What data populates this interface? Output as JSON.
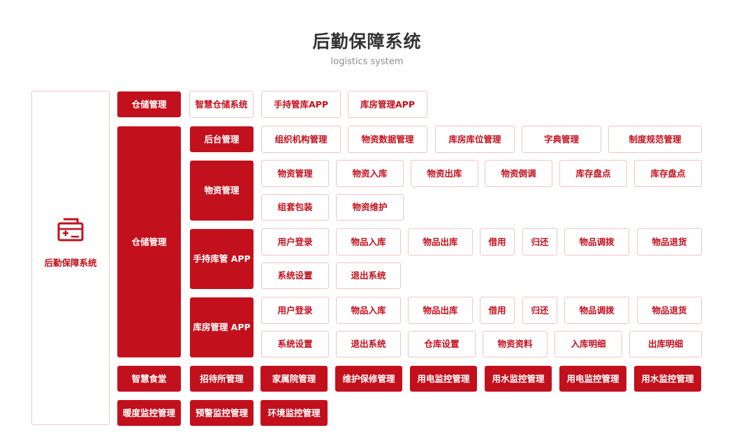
{
  "header": {
    "title": "后勤保障系统",
    "subtitle": "logistics system"
  },
  "system": {
    "label": "后勤保障系统",
    "icon": "medical-kit-icon",
    "accent_color": "#c3101d",
    "border_color": "#f0c4c7"
  },
  "rows": {
    "storage_top": {
      "label": "仓储管理",
      "items": [
        "智慧仓储系统",
        "手持管库APP",
        "库房管理APP"
      ]
    },
    "storage_main": {
      "label": "仓储管理",
      "groups": {
        "backend": {
          "label": "后台管理",
          "items": [
            "组织机构管理",
            "物资数据管理",
            "库房库位管理",
            "字典管理",
            "制度规范管理"
          ]
        },
        "materials": {
          "label": "物资管理",
          "items": [
            "物资管理",
            "物资入库",
            "物资出库",
            "物资倒调",
            "库存盘点",
            "库存盘点",
            "组套包装",
            "物资维护"
          ]
        },
        "handheld": {
          "label": "手持库管 APP",
          "items": [
            "用户登录",
            "物品入库",
            "物品出库",
            "借用",
            "归还",
            "物品调拨",
            "物品退货",
            "系统设置",
            "退出系统"
          ]
        },
        "warehouse_app": {
          "label": "库房管理 APP",
          "items": [
            "用户登录",
            "物品入库",
            "物品出库",
            "借用",
            "归还",
            "物品调拨",
            "物品退货",
            "系统设置",
            "退出系统",
            "仓库设置",
            "物资资料",
            "入库明细",
            "出库明细"
          ]
        }
      }
    },
    "bottom1": {
      "items": [
        "智慧食堂",
        "招待所管理",
        "家属院管理",
        "维护保修管理",
        "用电监控管理",
        "用水监控管理",
        "用电监控管理",
        "用水监控管理"
      ]
    },
    "bottom2": {
      "items": [
        "暖度监控管理",
        "预警监控管理",
        "环境监控管理"
      ]
    }
  }
}
